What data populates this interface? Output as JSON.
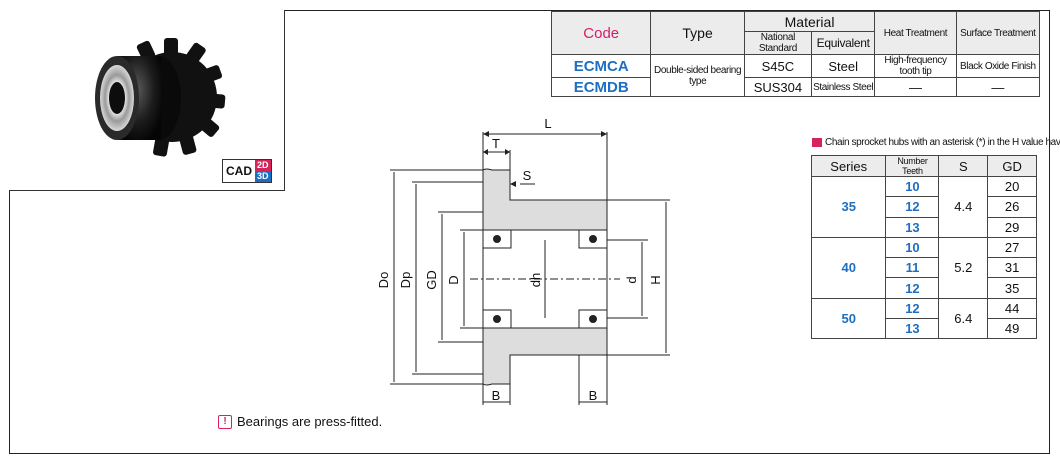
{
  "material_table": {
    "header_code": "Code",
    "header_type": "Type",
    "header_material": "Material",
    "header_national_standard": "National Standard",
    "header_equivalent": "Equivalent",
    "header_heat_treatment": "Heat Treatment",
    "header_surface_treatment": "Surface Treatment",
    "type_value": "Double-sided bearing type",
    "rows": [
      {
        "code": "ECMCA",
        "national_standard": "S45C",
        "equivalent": "Steel",
        "heat_treatment": "High-frequency tooth tip",
        "surface_treatment": "Black Oxide Finish"
      },
      {
        "code": "ECMDB",
        "national_standard": "SUS304",
        "equivalent": "Stainless Steel",
        "heat_treatment": "—",
        "surface_treatment": "—"
      }
    ]
  },
  "cad_badge": {
    "cad": "CAD",
    "d2": "2D",
    "d3": "3D"
  },
  "gd_table": {
    "note": "Chain sprocket hubs with an asterisk (*) in the H value have slots.",
    "headers": {
      "series": "Series",
      "teeth": "Number Teeth",
      "s": "S",
      "gd": "GD"
    },
    "groups": [
      {
        "series": "35",
        "s": "4.4",
        "rows": [
          {
            "teeth": "10",
            "gd": "20"
          },
          {
            "teeth": "12",
            "gd": "26"
          },
          {
            "teeth": "13",
            "gd": "29"
          }
        ]
      },
      {
        "series": "40",
        "s": "5.2",
        "rows": [
          {
            "teeth": "10",
            "gd": "27"
          },
          {
            "teeth": "11",
            "gd": "31"
          },
          {
            "teeth": "12",
            "gd": "35"
          }
        ]
      },
      {
        "series": "50",
        "s": "6.4",
        "rows": [
          {
            "teeth": "12",
            "gd": "44"
          },
          {
            "teeth": "13",
            "gd": "49"
          }
        ]
      }
    ]
  },
  "drawing_labels": {
    "L": "L",
    "T": "T",
    "S": "S",
    "Do": "Do",
    "Dp": "Dp",
    "GD": "GD",
    "D": "D",
    "dh": "dh",
    "d": "d",
    "H": "H",
    "B_left": "B",
    "B_right": "B"
  },
  "warning": {
    "icon": "exclamation-icon",
    "text": "Bearings are press-fitted."
  },
  "colors": {
    "accent_blue": "#1e6fc0",
    "accent_pink": "#d6245a",
    "header_gray": "#ececec"
  }
}
